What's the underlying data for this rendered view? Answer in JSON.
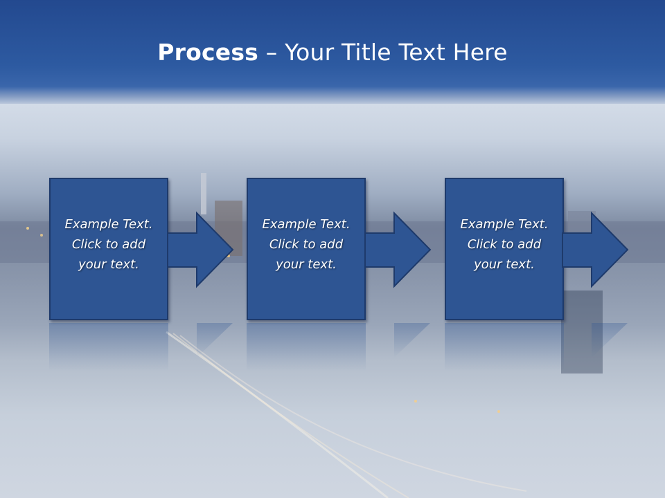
{
  "slide": {
    "title_bold": "Process",
    "title_rest": " – Your Title Text Here"
  },
  "steps": [
    {
      "line1": "Example Text.",
      "line2": "Click  to add",
      "line3": "your text."
    },
    {
      "line1": "Example Text.",
      "line2": "Click  to add",
      "line3": "your text."
    },
    {
      "line1": "Example Text.",
      "line2": "Click  to add",
      "line3": "your text."
    }
  ],
  "colors": {
    "title_band": "#2d5aa1",
    "step_fill": "#2e5593",
    "step_border": "#1e3a6b",
    "text": "#ffffff"
  }
}
